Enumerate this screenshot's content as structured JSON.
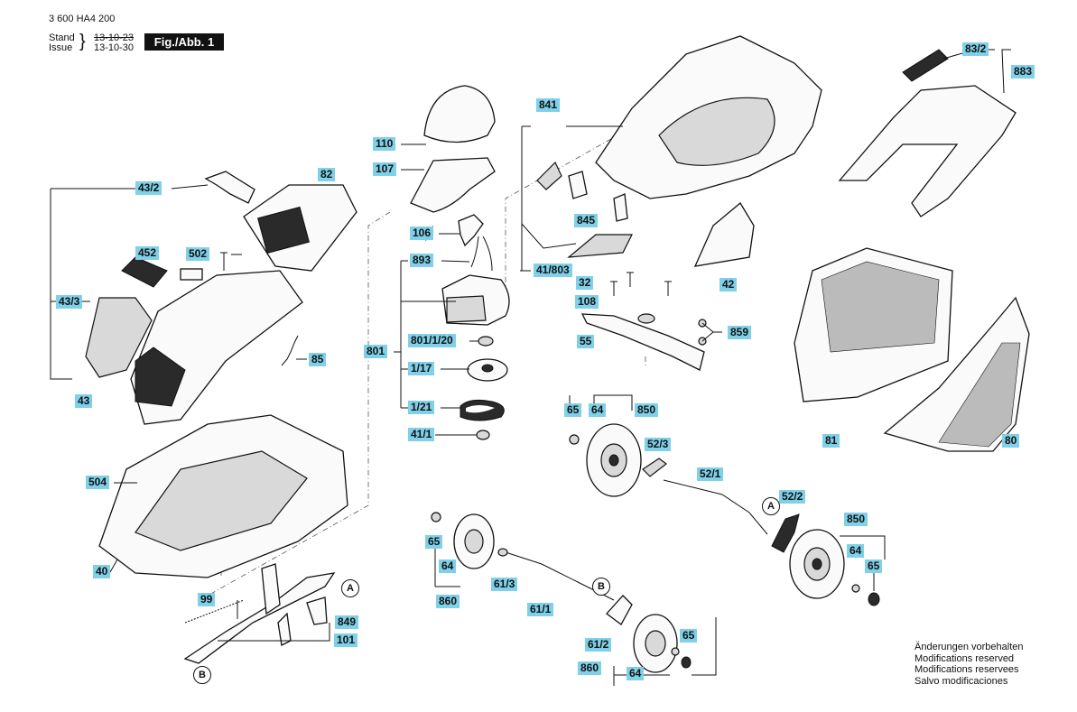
{
  "header": {
    "part_number": "3 600 HA4 200",
    "stand_label": "Stand",
    "issue_label": "Issue",
    "stand_date": "13-10-23",
    "issue_date": "13-10-30",
    "figure": "Fig./Abb. 1"
  },
  "notice": [
    "Änderungen vorbehalten",
    "Modifications reserved",
    "Modifications reservees",
    "Salvo modificaciones"
  ],
  "labels": {
    "l43_2": "43/2",
    "l82": "82",
    "l452": "452",
    "l502": "502",
    "l43_3": "43/3",
    "l85": "85",
    "l43": "43",
    "l504": "504",
    "l40": "40",
    "l99": "99",
    "l849": "849",
    "l101": "101",
    "l110": "110",
    "l107": "107",
    "l106": "106",
    "l893": "893",
    "l801": "801",
    "l801_1_20": "801/1/20",
    "l1_17": "1/17",
    "l1_21": "1/21",
    "l41_1": "41/1",
    "l841": "841",
    "l845": "845",
    "l41_803": "41/803",
    "l32": "32",
    "l108": "108",
    "l55": "55",
    "l42": "42",
    "l859": "859",
    "l83_2": "83/2",
    "l883": "883",
    "l81": "81",
    "l80": "80",
    "l65a": "65",
    "l64a": "64",
    "l850a": "850",
    "l52_3": "52/3",
    "l52_1": "52/1",
    "l52_2": "52/2",
    "l65b": "65",
    "l64b": "64",
    "l860a": "860",
    "l61_3": "61/3",
    "l61_1": "61/1",
    "l61_2": "61/2",
    "l65c": "65",
    "l860b": "860",
    "l64c": "64",
    "l850b": "850",
    "l64d": "64",
    "l65d": "65"
  },
  "callouts": {
    "a": "A",
    "b": "B"
  }
}
